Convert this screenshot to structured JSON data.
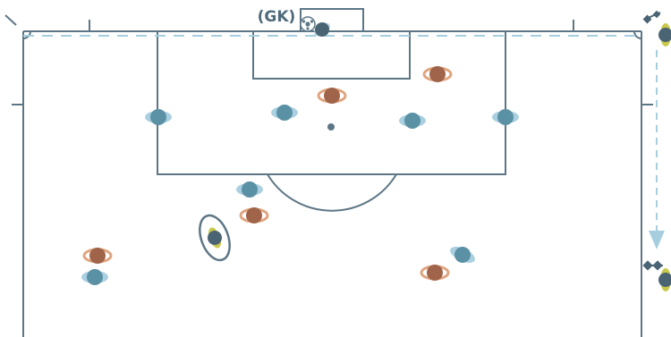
{
  "goalkeeper_label": "(GK)",
  "colors": {
    "lines": "#5d7686",
    "blue_team": "#5b91a4",
    "blue_team_shoulders": "#a9cfe0",
    "blue_team_head": "#4e7f92",
    "brown_team": "#a0644a",
    "brown_team_shoulders": "#e0a47e",
    "gk_head": "#4a6474",
    "linesman_kit": "#c8c84a",
    "flag": "#4a6474",
    "run_arrow": "#a6cedf",
    "offside_line": "#a6cedf"
  },
  "players": [
    {
      "team": "goalkeeper",
      "role": "goalkeeper",
      "icon": "goalkeeper-icon"
    },
    {
      "team": "blue",
      "role": "defender",
      "icon": "player-blue-icon"
    },
    {
      "team": "blue",
      "role": "defender",
      "icon": "player-blue-icon"
    },
    {
      "team": "blue",
      "role": "defender",
      "icon": "player-blue-icon"
    },
    {
      "team": "blue",
      "role": "defender",
      "icon": "player-blue-icon"
    },
    {
      "team": "blue",
      "role": "midfielder",
      "icon": "player-blue-icon"
    },
    {
      "team": "blue",
      "role": "midfielder",
      "icon": "player-blue-icon"
    },
    {
      "team": "blue",
      "role": "midfielder",
      "icon": "player-blue-icon"
    },
    {
      "team": "brown",
      "role": "attacker",
      "icon": "player-brown-icon"
    },
    {
      "team": "brown",
      "role": "attacker",
      "icon": "player-brown-icon"
    },
    {
      "team": "brown",
      "role": "attacker",
      "icon": "player-brown-icon"
    },
    {
      "team": "brown",
      "role": "attacker",
      "icon": "player-brown-icon"
    },
    {
      "team": "brown",
      "role": "attacker",
      "icon": "player-brown-icon"
    },
    {
      "team": "referee",
      "role": "referee",
      "icon": "referee-icon"
    },
    {
      "team": "official",
      "role": "assistant-referee",
      "icon": "assistant-referee-icon"
    },
    {
      "team": "official",
      "role": "assistant-referee",
      "icon": "assistant-referee-icon"
    }
  ]
}
